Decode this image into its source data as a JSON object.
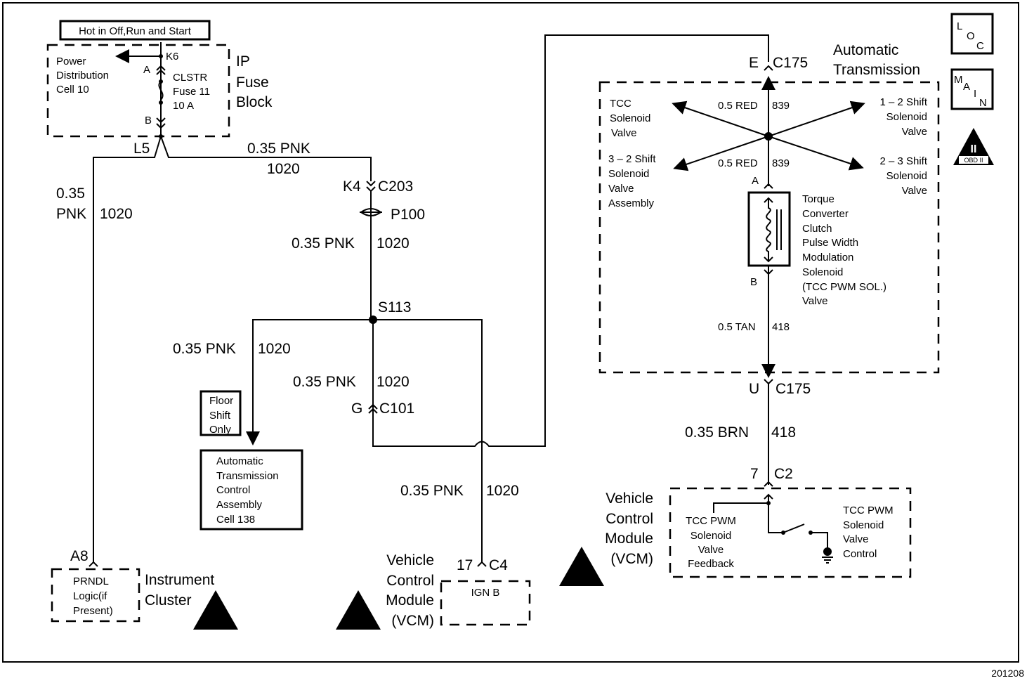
{
  "figure_id": "201208",
  "header_box": "Hot in Off,Run and Start",
  "nav_icons": {
    "loc": [
      "L",
      "O",
      "C"
    ],
    "main": [
      "M",
      "A",
      "I",
      "N"
    ],
    "obd": {
      "numeral": "II",
      "label": "OBD II"
    }
  },
  "ip_fuse_block": {
    "title": [
      "IP",
      "Fuse",
      "Block"
    ],
    "power_dist": [
      "Power",
      "Distribution",
      "Cell 10"
    ],
    "pin_top": "K6",
    "pin_a": "A",
    "pin_b": "B",
    "fuse": [
      "CLSTR",
      "Fuse 11",
      "10 A"
    ]
  },
  "splice_l5": "L5",
  "wires": {
    "top_run": {
      "size_color": "0.35 PNK",
      "circuit": "1020"
    },
    "left_run": {
      "size": "0.35",
      "color": "PNK",
      "circuit": "1020"
    },
    "after_p100": {
      "size_color": "0.35 PNK",
      "circuit": "1020"
    },
    "to_atca": {
      "size_color": "0.35 PNK",
      "circuit": "1020"
    },
    "to_c101": {
      "size_color": "0.35 PNK",
      "circuit": "1020"
    },
    "to_vcm_c4": {
      "size_color": "0.35 PNK",
      "circuit": "1020"
    },
    "solenoid_up": {
      "size_color": "0.5 RED",
      "circuit": "839"
    },
    "solenoid_down": {
      "size_color": "0.5 RED",
      "circuit": "839"
    },
    "tan": {
      "size_color": "0.5 TAN",
      "circuit": "418"
    },
    "brn": {
      "size_color": "0.35 BRN",
      "circuit": "418"
    }
  },
  "connectors": {
    "c203": {
      "pin": "K4",
      "name": "C203"
    },
    "p100": "P100",
    "s113": "S113",
    "c101": {
      "pin": "G",
      "name": "C101"
    },
    "c175_top": {
      "pin": "E",
      "name": "C175"
    },
    "c175_bot": {
      "pin": "U",
      "name": "C175"
    },
    "c2": {
      "pin": "7",
      "name": "C2"
    },
    "c4": {
      "pin": "17",
      "name": "C4"
    },
    "a8": "A8",
    "sol_a": "A",
    "sol_b": "B"
  },
  "floor_shift": [
    "Floor",
    "Shift",
    "Only"
  ],
  "atca": [
    "Automatic",
    "Transmission",
    "Control",
    "Assembly",
    "Cell 138"
  ],
  "instrument_cluster": {
    "title": [
      "Instrument",
      "Cluster"
    ],
    "prndl": [
      "PRNDL",
      "Logic(if",
      "Present)"
    ]
  },
  "vcm_left": {
    "title": [
      "Vehicle",
      "Control",
      "Module",
      "(VCM)"
    ],
    "ign": "IGN B"
  },
  "auto_trans": {
    "title": [
      "Automatic",
      "Transmission"
    ],
    "tcc_sol": [
      "TCC",
      "Solenoid",
      "Valve"
    ],
    "shift_32": [
      "3 – 2 Shift",
      "Solenoid",
      "Valve",
      "Assembly"
    ],
    "shift_12": [
      "1 – 2 Shift",
      "Solenoid",
      "Valve"
    ],
    "shift_23": [
      "2 – 3 Shift",
      "Solenoid",
      "Valve"
    ],
    "tcc_pwm": [
      "Torque",
      "Converter",
      "Clutch",
      "Pulse Width",
      "Modulation",
      "Solenoid",
      "(TCC PWM SOL.)",
      "Valve"
    ]
  },
  "vcm_right": {
    "title": [
      "Vehicle",
      "Control",
      "Module",
      "(VCM)"
    ],
    "feedback": [
      "TCC PWM",
      "Solenoid",
      "Valve",
      "Feedback"
    ],
    "control": [
      "TCC PWM",
      "Solenoid",
      "Valve",
      "Control"
    ]
  }
}
